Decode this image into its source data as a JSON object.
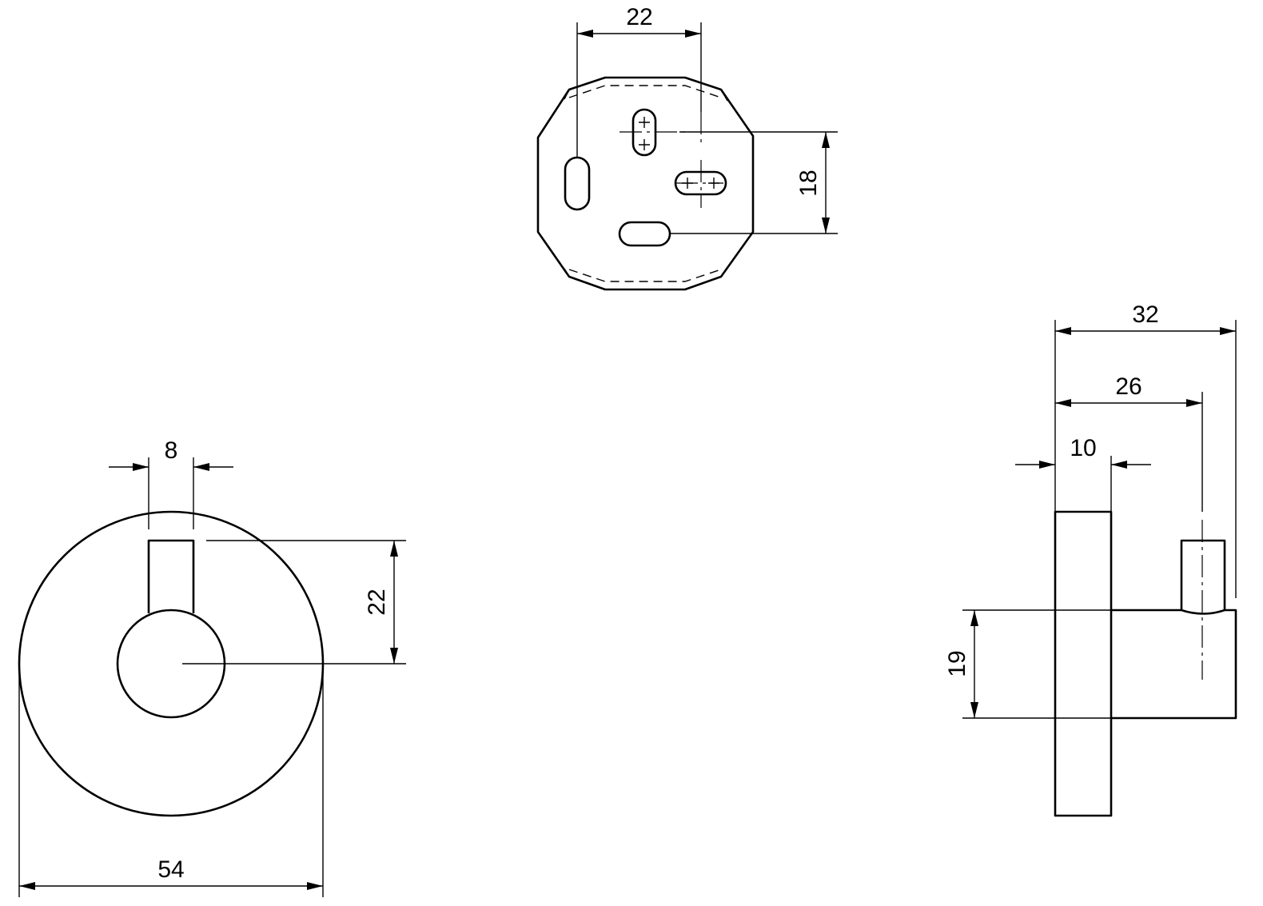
{
  "colors": {
    "line": "#000000",
    "background": "#ffffff"
  },
  "top_view": {
    "dim_width": "22",
    "dim_height": "18"
  },
  "front_view": {
    "dim_post_width": "8",
    "dim_post_height": "22",
    "dim_diameter": "54"
  },
  "side_view": {
    "dim_total": "32",
    "dim_offset": "26",
    "dim_plate": "10",
    "dim_body": "19"
  }
}
